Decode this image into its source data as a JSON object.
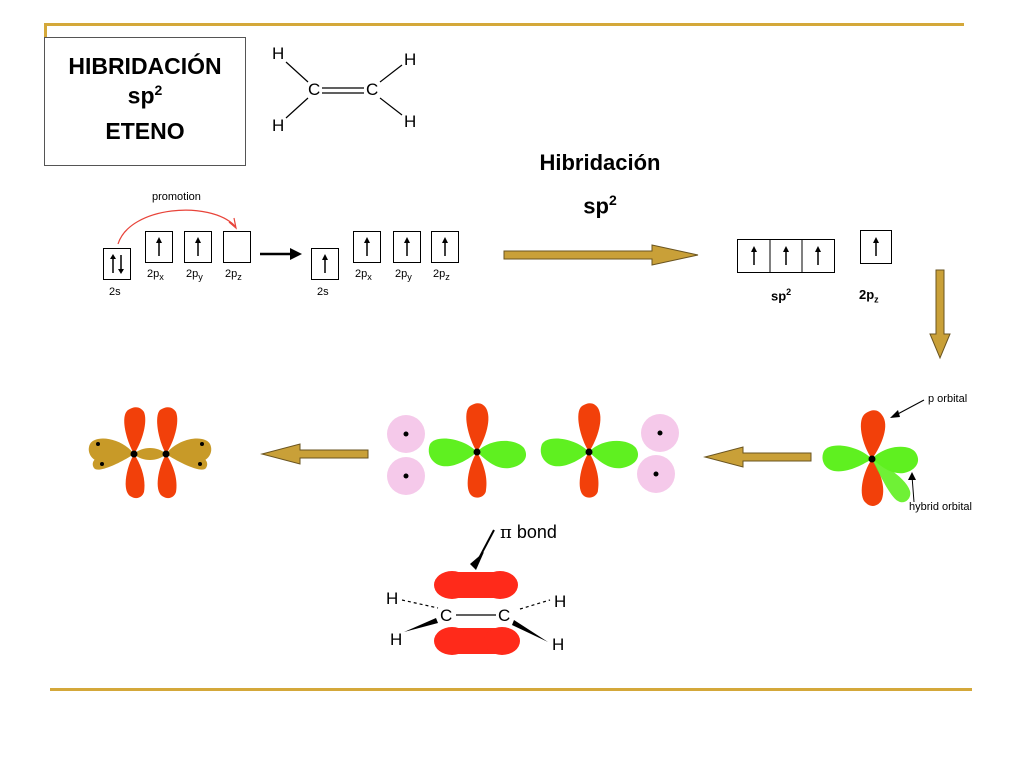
{
  "title": {
    "line1": "HIBRIDACIÓN",
    "line2_base": "sp",
    "line2_sup": "2",
    "line3": "ETENO"
  },
  "heading": {
    "line1": "Hibridación",
    "line2_base": "sp",
    "line2_sup": "2"
  },
  "ethene": {
    "carbon": "C",
    "hydrogen": "H"
  },
  "promotion": {
    "label": "promotion"
  },
  "ground_state": {
    "s_label": "2s",
    "p_labels": [
      {
        "base": "2p",
        "sub": "x"
      },
      {
        "base": "2p",
        "sub": "y"
      },
      {
        "base": "2p",
        "sub": "z"
      }
    ]
  },
  "excited_state": {
    "s_label": "2s",
    "p_labels": [
      {
        "base": "2p",
        "sub": "x"
      },
      {
        "base": "2p",
        "sub": "y"
      },
      {
        "base": "2p",
        "sub": "z"
      }
    ]
  },
  "hybrid_state": {
    "sp2_base": "sp",
    "sp2_sup": "2",
    "pz_base": "2p",
    "pz_sub": "z"
  },
  "orbital_labels": {
    "p": "p orbital",
    "hybrid": "hybrid orbital"
  },
  "pi_bond": {
    "symbol": "π",
    "label": "bond"
  },
  "colors": {
    "accent": "#d4a83a",
    "arrow_fill": "#c9a038",
    "p_orbital": "#f2400a",
    "hybrid": "#5ff020",
    "pi_lobe": "#ff2a1a",
    "overlap": "#c89a28",
    "h_s_orbital": "#f5c9ea"
  }
}
